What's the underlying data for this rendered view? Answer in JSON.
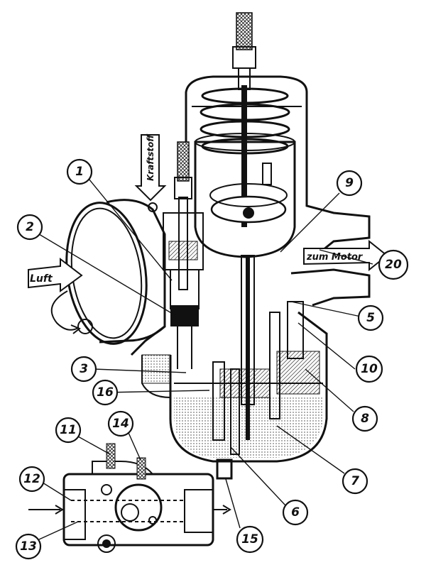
{
  "labels": {
    "luft": "Luft",
    "kraftstoff": "Kraftstoff",
    "zum_motor": "zum Motor"
  },
  "callouts": [
    "1",
    "2",
    "3",
    "5",
    "6",
    "7",
    "8",
    "9",
    "10",
    "11",
    "12",
    "13",
    "14",
    "15",
    "16",
    "20"
  ]
}
